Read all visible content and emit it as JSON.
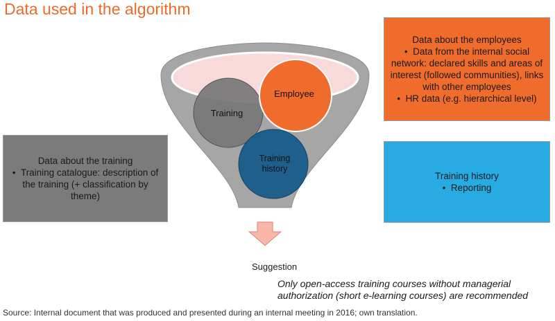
{
  "title": "Data used in the algorithm",
  "employee_data": {
    "heading": "Data about the employees",
    "bullets": [
      "Data from the internal social network: declared skills and areas of interest (followed communities), links with other employees",
      "HR data (e.g. hierarchical level)"
    ]
  },
  "training_data": {
    "heading": "Data about the training",
    "bullets": [
      "Training catalogue: description of the training (+ classification by theme)"
    ]
  },
  "history_data": {
    "heading": "Training history",
    "bullets": [
      "Reporting"
    ]
  },
  "circles": {
    "training": "Training",
    "employee": "Employee",
    "history_line1": "Training",
    "history_line2": "history"
  },
  "suggestion": "Suggestion",
  "note": "Only open-access training courses without managerial authorization (short e-learning courses) are recommended",
  "source": "Source: Internal document that was produced and presented during an internal meeting in 2016; own translation.",
  "colors": {
    "title": "#ee6a2a",
    "employee_box": "#ef6c2c",
    "training_box": "#7b7b7b",
    "history_box": "#27abe2",
    "funnel": "#a6a6a6",
    "funnel_mouth": "#f7dad9",
    "circle_training": "#777777",
    "circle_employee": "#ef6c2c",
    "circle_history": "#1f5f8b",
    "arrow": "#f7b6a8"
  }
}
